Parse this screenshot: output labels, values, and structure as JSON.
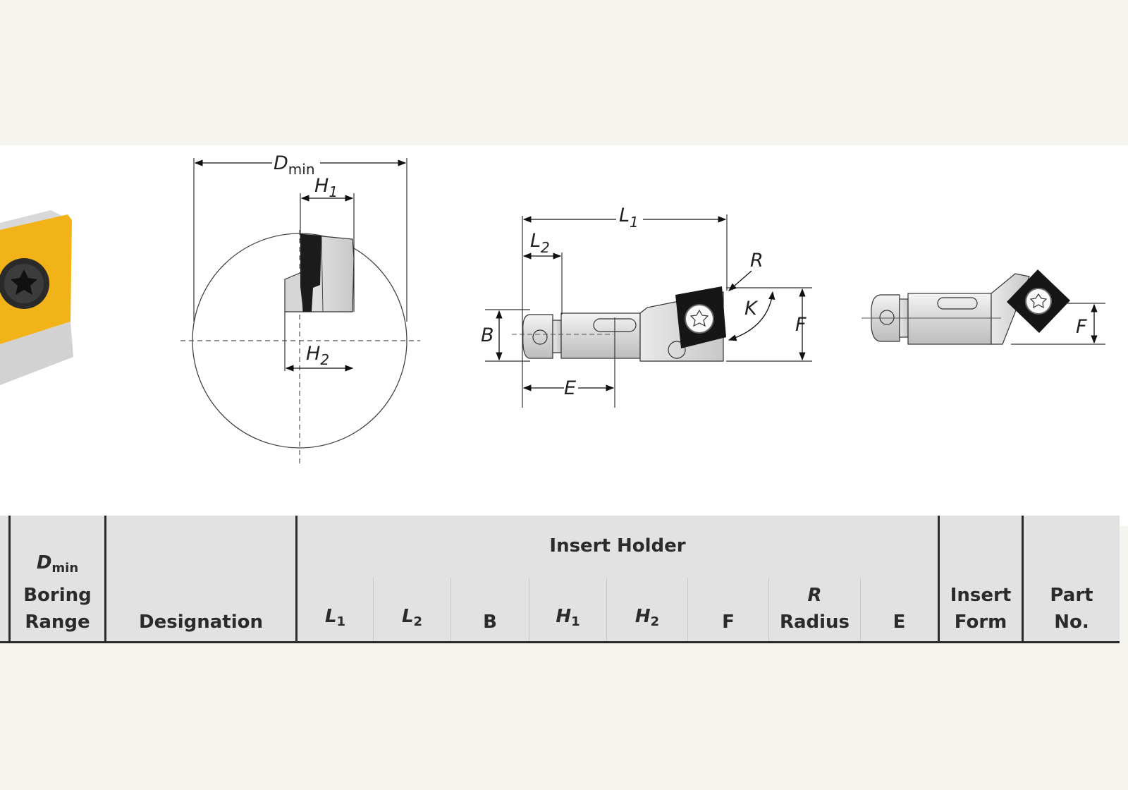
{
  "drawing": {
    "end_view": {
      "dmin_label": "D",
      "dmin_sub": "min",
      "h1_label": "H",
      "h1_sub": "1",
      "h2_label": "H",
      "h2_sub": "2"
    },
    "side_view": {
      "l1_label": "L",
      "l1_sub": "1",
      "l2_label": "L",
      "l2_sub": "2",
      "r_label": "R",
      "k_label": "K",
      "f_label": "F",
      "b_label": "B",
      "e_label": "E"
    },
    "rotated_view": {
      "f_label": "F"
    }
  },
  "table": {
    "group_title": "Insert Holder",
    "columns": {
      "dmin": {
        "sym": "D",
        "sub": "min",
        "line2": "Boring",
        "line3": "Range"
      },
      "designation": "Designation",
      "l1": {
        "sym": "L",
        "sub": "1"
      },
      "l2": {
        "sym": "L",
        "sub": "2"
      },
      "b": "B",
      "h1": {
        "sym": "H",
        "sub": "1"
      },
      "h2": {
        "sym": "H",
        "sub": "2"
      },
      "f": "F",
      "r": {
        "sym": "R",
        "line2": "Radius"
      },
      "e": "E",
      "insert_form": {
        "line1": "Insert",
        "line2": "Form"
      },
      "part_no": {
        "line1": "Part",
        "line2": "No."
      }
    }
  },
  "colors": {
    "page_bg": "#f4f3ee",
    "insert_yellow": "#f2b318",
    "header_bg": "#e2e2e2",
    "rule": "#2a2a2a"
  }
}
